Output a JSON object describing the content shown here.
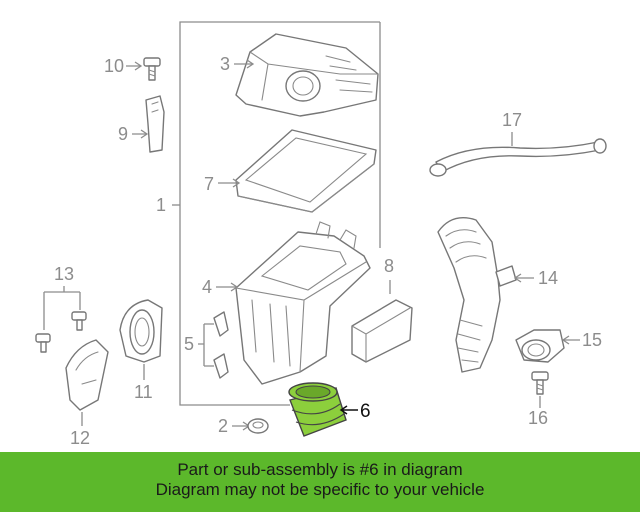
{
  "diagram": {
    "callouts": {
      "c1": "1",
      "c2": "2",
      "c3": "3",
      "c4": "4",
      "c5": "5",
      "c6": "6",
      "c7": "7",
      "c8": "8",
      "c9": "9",
      "c10": "10",
      "c11": "11",
      "c12": "12",
      "c13": "13",
      "c14": "14",
      "c15": "15",
      "c16": "16",
      "c17": "17"
    },
    "highlight_color": "#8ccf3c",
    "outline_color": "#777777"
  },
  "banner": {
    "line1": "Part or sub-assembly is #6 in diagram",
    "line2": "Diagram may not be specific to your vehicle",
    "background": "#5cb82b"
  }
}
